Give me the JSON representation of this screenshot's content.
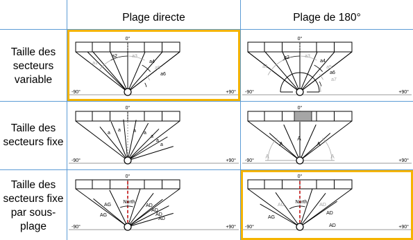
{
  "columns": [
    "Plage directe",
    "Plage de 180°"
  ],
  "rows": [
    "Taille des secteurs variable",
    "Taille des secteurs fixe",
    "Taille des secteurs fixe par sous-plage"
  ],
  "axis": {
    "top": "0°",
    "left": "-90°",
    "right": "+90°"
  },
  "labels": {
    "variable": [
      "a1",
      "a2",
      "a3",
      "a4",
      "a5",
      "a6"
    ],
    "variable_180_extra": "a7",
    "fixed_direct": "a",
    "fixed_180": "A",
    "north": "North",
    "ag": "AG",
    "ad": "AD"
  },
  "colors": {
    "highlight": "#f5b400",
    "grid": "#5b9bd5",
    "north_line": "#c00000",
    "gray_label": "#a6a6a6",
    "block_fill": "#a6a6a6"
  }
}
